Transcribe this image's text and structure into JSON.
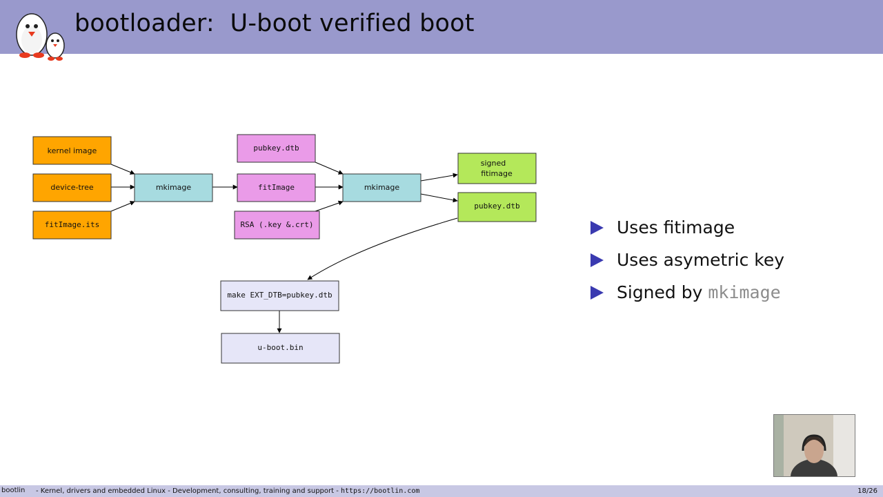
{
  "header": {
    "title": "bootloader:  U-boot verified boot"
  },
  "diagram": {
    "nodes": {
      "kernel_image": "kernel image",
      "device_tree": "device-tree",
      "fitimage_its": "fitImage.its",
      "mkimage_1": "mkimage",
      "pubkey_dtb_in": "pubkey.dtb",
      "fitimage": "fitImage",
      "rsa": "RSA (.key &.crt)",
      "mkimage_2": "mkimage",
      "signed_line1": "signed",
      "signed_line2": "fitimage",
      "pubkey_dtb_out": "pubkey.dtb",
      "make_cmd": "make EXT_DTB=pubkey.dtb",
      "uboot_bin": "u-boot.bin"
    },
    "colors": {
      "orange": "#ffa500",
      "cyan": "#a7dbe0",
      "pink": "#ea9be8",
      "green": "#b4e85a",
      "lavender": "#e6e6f8"
    }
  },
  "bullets": {
    "item1": "Uses fitimage",
    "item2": "Uses asymetric key",
    "item3_prefix": "Signed by ",
    "item3_code": "mkimage"
  },
  "footer": {
    "brand": "bootlin",
    "description": "- Kernel, drivers and embedded Linux - Development, consulting, training and support -",
    "url": "https://bootlin.com",
    "page": "18/26"
  },
  "theme": {
    "header_bg": "#9999cc",
    "bullet_color": "#3a3ab0",
    "footer_bg": "#c8c8e4"
  }
}
